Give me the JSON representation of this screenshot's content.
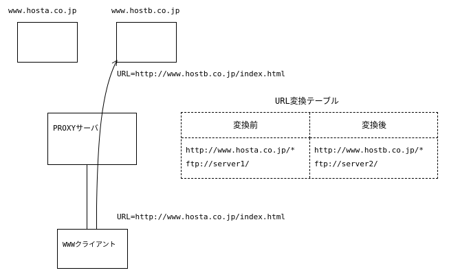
{
  "hosts": {
    "a": "www.hosta.co.jp",
    "b": "www.hostb.co.jp"
  },
  "proxy_label": "PROXYサーバ",
  "client_label": "WWWクライアント",
  "url_upper": "URL=http://www.hostb.co.jp/index.html",
  "url_lower": "URL=http://www.hosta.co.jp/index.html",
  "table": {
    "title": "URL変換テーブル",
    "headers": [
      "変換前",
      "変換後"
    ],
    "rows": [
      [
        "http://www.hosta.co.jp/*",
        "http://www.hostb.co.jp/*"
      ],
      [
        "ftp://server1/",
        "ftp://server2/"
      ]
    ]
  }
}
